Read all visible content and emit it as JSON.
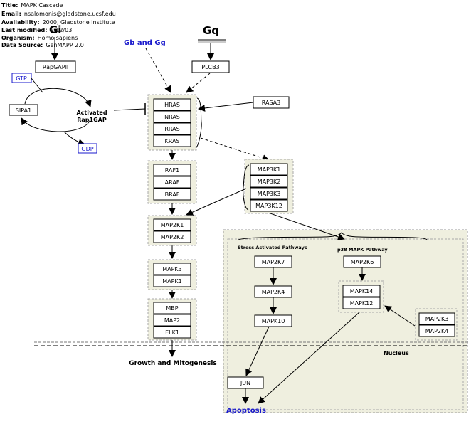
{
  "meta": {
    "title_key": "Title:",
    "title_val": "MAPK Cascade",
    "email_key": "Email:",
    "email_val": "nsalomonis@gladstone.ucsf.edu",
    "avail_key": "Availability:",
    "avail_val": "2000, Gladstone Institute",
    "mod_key": "Last modified:",
    "mod_val": "2/12/03",
    "org_key": "Organism:",
    "org_val": "Homo sapiens",
    "src_key": "Data Source:",
    "src_val": "GenMAPP 2.0"
  },
  "labels": {
    "gi": "Gi",
    "gq": "Gq",
    "gbgg": "Gb and Gg",
    "activated": "Activated",
    "rap1gap": "Rap1GAP",
    "stress": "Stress Activated Pathways",
    "p38": "p38 MAPK Pathway",
    "nucleus": "Nucleus",
    "growth": "Growth and Mitogenesis",
    "apoptosis": "Apoptosis"
  },
  "genes": {
    "rapgapii": "RapGAPII",
    "plcb3": "PLCB3",
    "sipa1": "SIPA1",
    "gtp": "GTP",
    "gdp": "GDP",
    "rasa3": "RASA3",
    "ras": [
      "HRAS",
      "NRAS",
      "RRAS",
      "KRAS"
    ],
    "raf": [
      "RAF1",
      "ARAF",
      "BRAF"
    ],
    "map3k": [
      "MAP3K1",
      "MAP3K2",
      "MAP3K3",
      "MAP3K12"
    ],
    "map2k": [
      "MAP2K1",
      "MAP2K2"
    ],
    "mapk": [
      "MAPK3",
      "MAPK1"
    ],
    "targets": [
      "MBP",
      "MAP2",
      "ELK1"
    ],
    "map2k7": "MAP2K7",
    "map2k4": "MAP2K4",
    "mapk10": "MAPK10",
    "map2k6": "MAP2K6",
    "p38group": [
      "MAPK14",
      "MAPK12"
    ],
    "map2k34": [
      "MAP2K3",
      "MAP2K4"
    ],
    "jun": "JUN"
  }
}
